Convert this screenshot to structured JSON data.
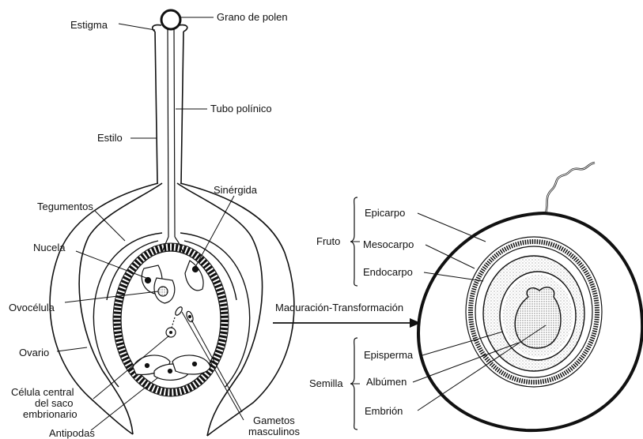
{
  "diagram": {
    "labels": {
      "estigma": "Estigma",
      "grano_polen": "Grano de polen",
      "tubo_polinico": "Tubo polínico",
      "estilo": "Estilo",
      "sinergida": "Sinérgida",
      "tegumentos": "Tegumentos",
      "nucela": "Nucela",
      "ovocelula": "Ovocélula",
      "ovario": "Ovario",
      "celula_central_1": "Célula central",
      "celula_central_2": "del saco",
      "celula_central_3": "embrionario",
      "antipodas": "Antipodas",
      "gametos_1": "Gametos",
      "gametos_2": "masculinos",
      "maduracion": "Maduración-Transformación",
      "fruto": "Fruto",
      "epicarpo": "Epicarpo",
      "mesocarpo": "Mesocarpo",
      "endocarpo": "Endocarpo",
      "semilla": "Semilla",
      "episperma": "Episperma",
      "albumen": "Albúmen",
      "embrion": "Embrión"
    },
    "colors": {
      "ink": "#111111",
      "background": "#ffffff",
      "stipple": "#bdbdbd"
    }
  }
}
